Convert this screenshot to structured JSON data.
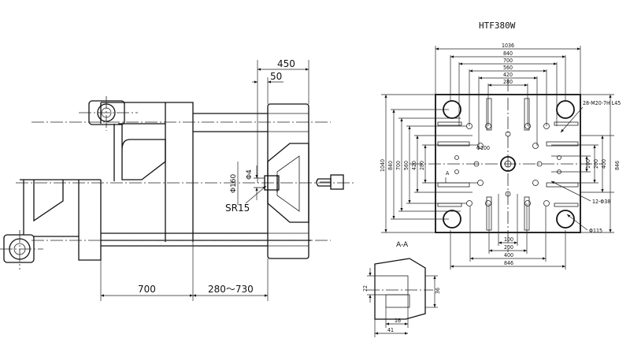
{
  "model": "HTF380W",
  "side_view": {
    "dim_450": "450",
    "dim_50": "50",
    "dim_700": "700",
    "dim_stroke": "280～730",
    "dia_160": "Φ160",
    "dia_4": "Φ4",
    "sr15": "SR15"
  },
  "platen": {
    "horiz": [
      "1036",
      "840",
      "700",
      "560",
      "420",
      "280"
    ],
    "vert": [
      "1040",
      "840",
      "700",
      "560",
      "420",
      "280"
    ],
    "right": [
      "100",
      "200",
      "400",
      "846"
    ],
    "bottom": [
      "100",
      "200",
      "400",
      "846"
    ],
    "thread": "28-M20-7H L45",
    "holes": "12-Φ38",
    "center": "Φ100",
    "bore": "Φ115",
    "section_mark": "A"
  },
  "section": {
    "title": "A-A",
    "d22": "22",
    "d36": "36",
    "d16": "16",
    "d41": "41"
  }
}
